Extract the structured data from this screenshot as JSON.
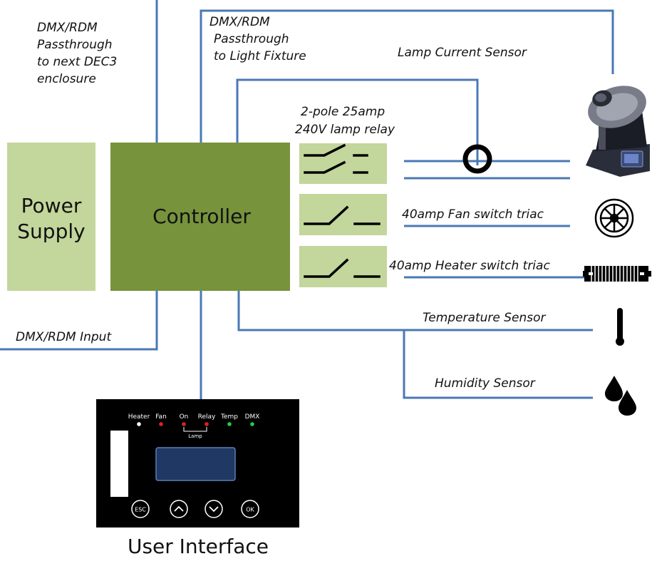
{
  "blocks": {
    "power_supply": [
      "Power",
      "Supply"
    ],
    "controller": "Controller",
    "user_interface": "User Interface"
  },
  "labels": {
    "passthrough_next": [
      "DMX/RDM",
      "Passthrough",
      "to next DEC3",
      "enclosure"
    ],
    "passthrough_fixture": [
      "DMX/RDM",
      "Passthrough",
      "to Light Fixture"
    ],
    "lamp_current": "Lamp Current Sensor",
    "lamp_relay": [
      "2-pole 25amp",
      "240V lamp relay"
    ],
    "fan_triac": "40amp Fan switch triac",
    "heater_triac": "40amp Heater switch triac",
    "temp_sensor": "Temperature Sensor",
    "humidity_sensor": "Humidity Sensor",
    "dmx_input": "DMX/RDM Input"
  },
  "panel": {
    "indicators": [
      "Heater",
      "Fan",
      "On",
      "Relay",
      "Temp",
      "DMX"
    ],
    "indicator_colors": [
      "#ffffff",
      "#e02020",
      "#e02020",
      "#e02020",
      "#22cc44",
      "#22cc44"
    ],
    "group_label": "Lamp",
    "buttons": [
      "ESC",
      "up-arrow",
      "down-arrow",
      "OK"
    ]
  },
  "colors": {
    "wire": "#4a78b5",
    "power_block": "#c3d69b",
    "controller_block": "#77933c",
    "switch_block": "#c3d69b",
    "panel": "#000000",
    "display": "#1f3864"
  }
}
